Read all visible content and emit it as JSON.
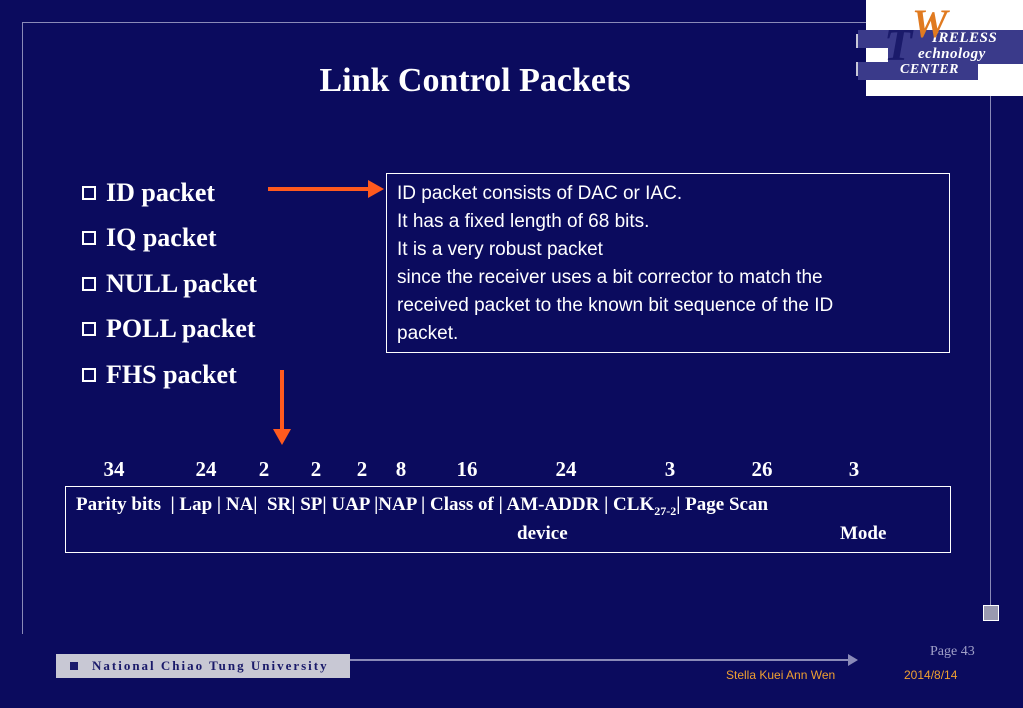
{
  "logo": {
    "line1": "IRELESS",
    "line2": "echnology",
    "line3": "CENTER",
    "big_t": "T",
    "big_w": "W"
  },
  "title": "Link Control Packets",
  "bullets": [
    "ID packet",
    "IQ packet",
    "NULL packet",
    "POLL packet",
    "FHS packet"
  ],
  "info_lines": [
    "ID packet consists of DAC or IAC.",
    "It has a fixed length of 68 bits.",
    "It is a very robust packet",
    "since the receiver uses a bit corrector to match the",
    "received packet to the known bit sequence of the ID",
    "packet."
  ],
  "field_bits": [
    "34",
    "24",
    "2",
    "2",
    "2",
    "8",
    "16",
    "24",
    "3",
    "26",
    "3"
  ],
  "fields": {
    "parity": "Parity bits",
    "lap": "Lap",
    "na": "NA",
    "sr": "SR",
    "sp": "SP",
    "uap": "UAP",
    "nap": "NAP",
    "class": "Class of",
    "class_line2": "device",
    "am_addr": "AM-ADDR",
    "clk": "CLK",
    "clk_sub": "27-2",
    "page_scan": "Page Scan",
    "page_scan_line2": "Mode",
    "sep": "|"
  },
  "footer": {
    "page": "Page 43",
    "university": "National Chiao Tung University",
    "author": "Stella Kuei Ann Wen",
    "date": "2014/8/14"
  },
  "colors": {
    "background": "#0b0b5e",
    "arrow": "#ff5a1e",
    "footer_text": "#f0a030"
  }
}
